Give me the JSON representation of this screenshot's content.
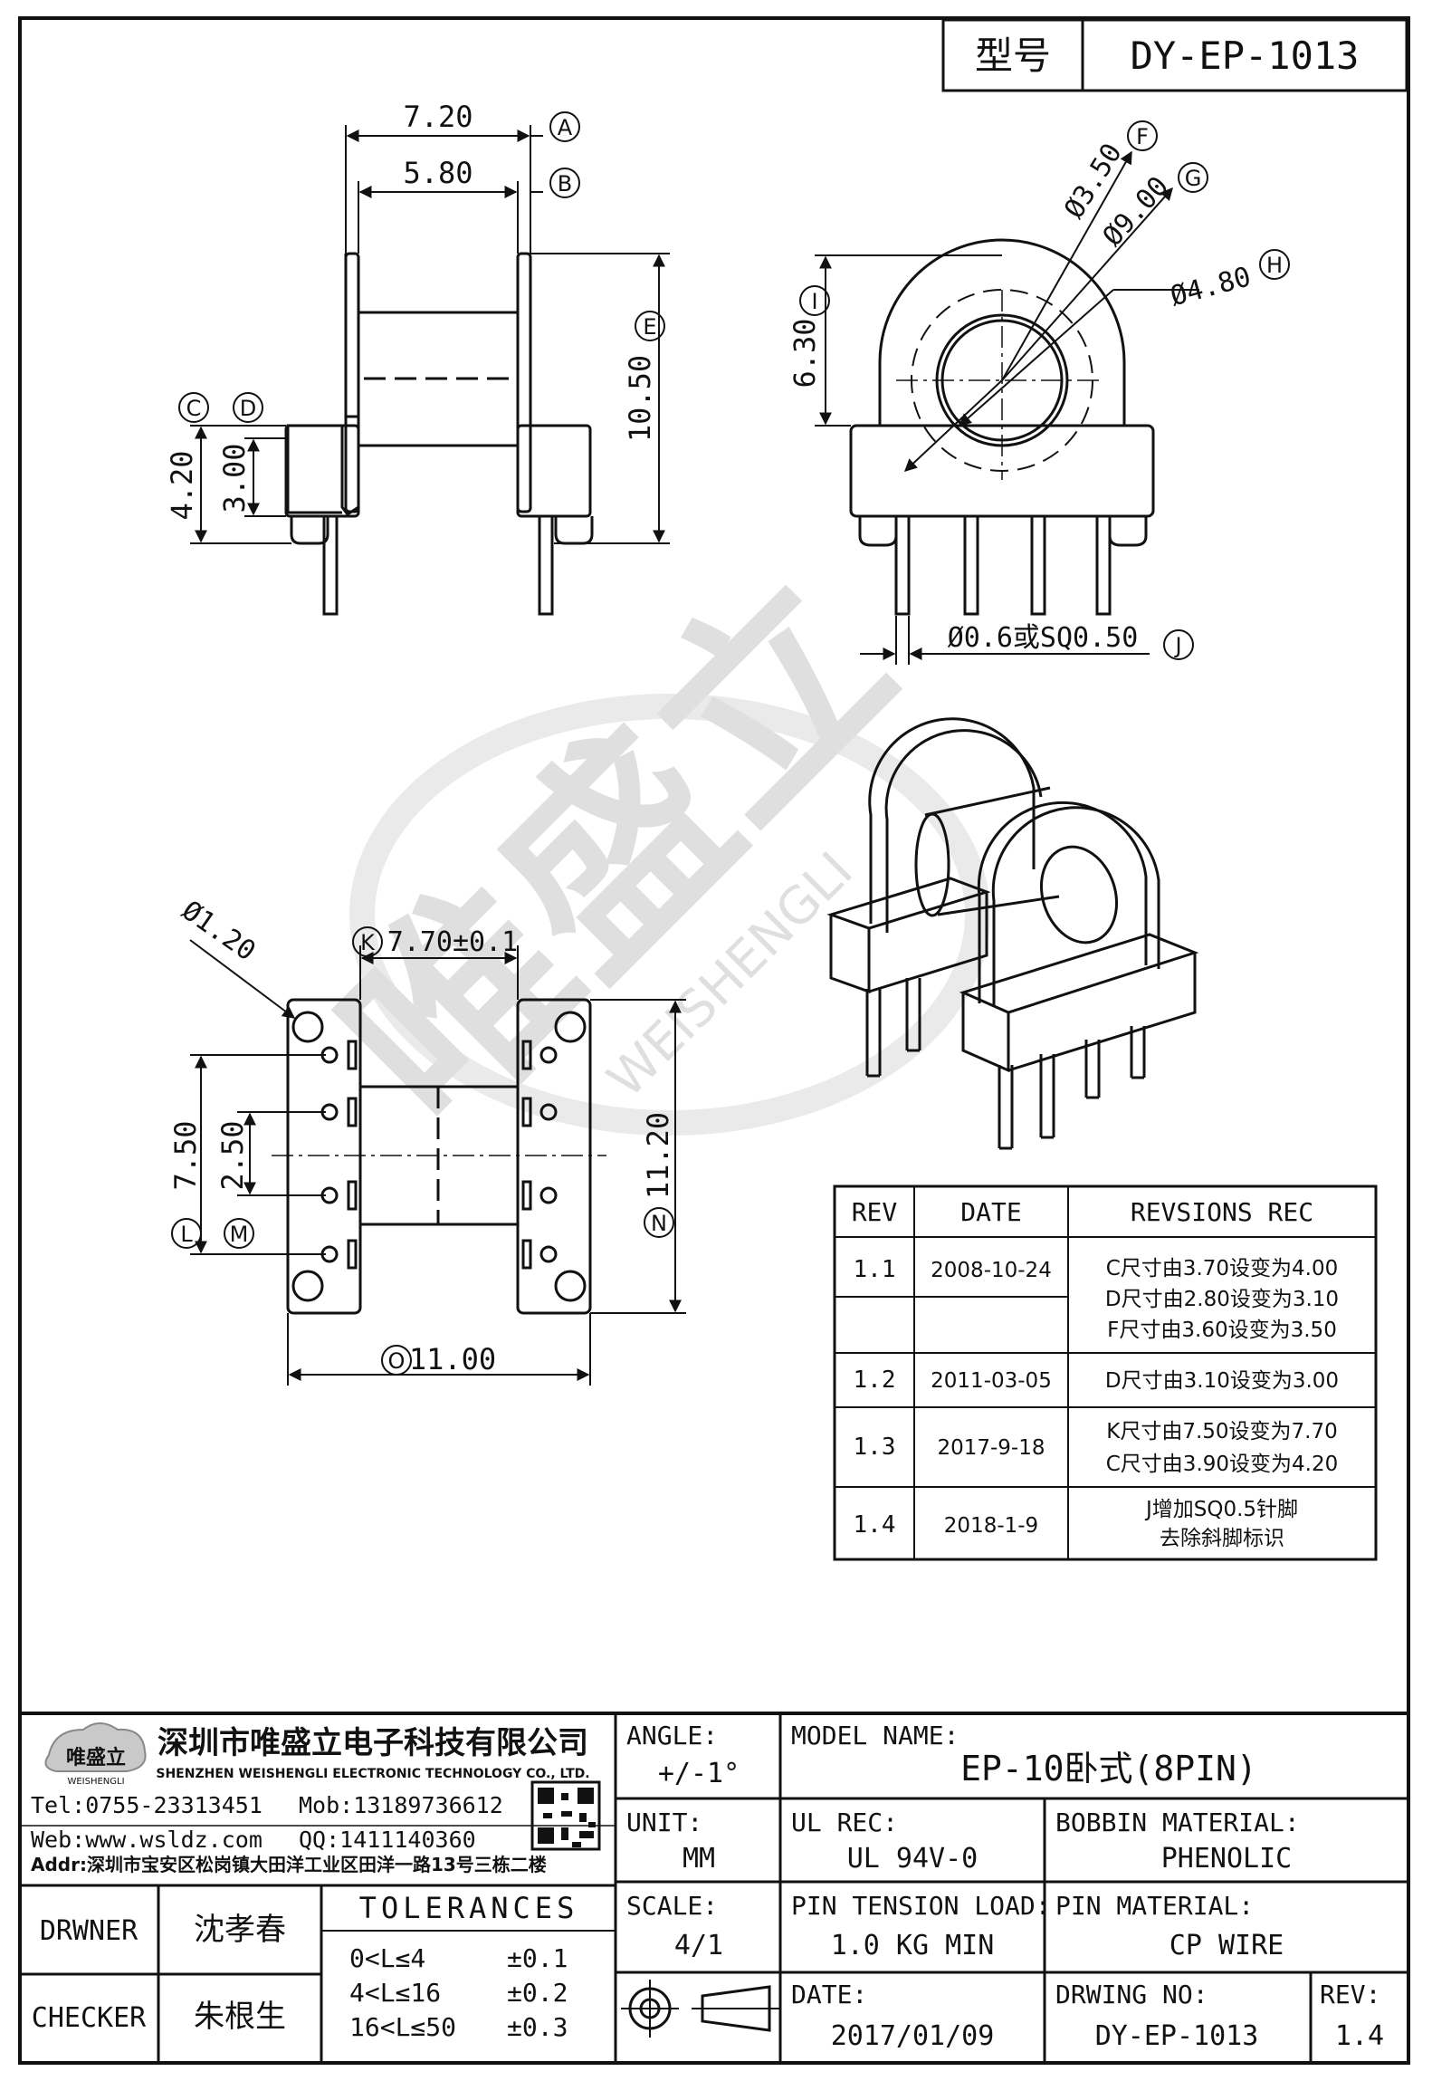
{
  "model_box": {
    "label": "型号",
    "value": "DY-EP-1013"
  },
  "dims": {
    "A": {
      "tag": "A",
      "value": "7.20"
    },
    "B": {
      "tag": "B",
      "value": "5.80"
    },
    "C": {
      "tag": "C",
      "value": "4.20"
    },
    "D": {
      "tag": "D",
      "value": "3.00"
    },
    "E": {
      "tag": "E",
      "value": "10.50"
    },
    "F": {
      "tag": "F",
      "value": "Ø3.50"
    },
    "G": {
      "tag": "G",
      "value": "Ø9.00"
    },
    "H": {
      "tag": "H",
      "value": "Ø4.80"
    },
    "I": {
      "tag": "I",
      "value": "6.30"
    },
    "J": {
      "tag": "J",
      "value": "Ø0.6或SQ0.50"
    },
    "K": {
      "tag": "K",
      "value": "7.70±0.1"
    },
    "L": {
      "tag": "L",
      "value": "7.50"
    },
    "M": {
      "tag": "M",
      "value": "2.50"
    },
    "N": {
      "tag": "N",
      "value": "11.20"
    },
    "O": {
      "tag": "O",
      "value": "11.00"
    },
    "hole": {
      "value": "Ø1.20"
    }
  },
  "watermark": {
    "text": "唯盛立",
    "sub": "WEISHENGLI"
  },
  "revisions": {
    "headers": [
      "REV",
      "DATE",
      "REVSIONS REC"
    ],
    "rows": [
      {
        "rev": "1.1",
        "date": "2008-10-24",
        "lines": [
          "C尺寸由3.70设变为4.00",
          "D尺寸由2.80设变为3.10",
          "F尺寸由3.60设变为3.50"
        ]
      },
      {
        "rev": "1.2",
        "date": "2011-03-05",
        "lines": [
          "D尺寸由3.10设变为3.00"
        ]
      },
      {
        "rev": "1.3",
        "date": "2017-9-18",
        "lines": [
          "K尺寸由7.50设变为7.70",
          "C尺寸由3.90设变为4.20"
        ]
      },
      {
        "rev": "1.4",
        "date": "2018-1-9",
        "lines": [
          "J增加SQ0.5针脚",
          "去除斜脚标识"
        ]
      }
    ]
  },
  "company": {
    "logo_text": "唯盛立",
    "logo_sub": "WEISHENGLI",
    "name": "深圳市唯盛立电子科技有限公司",
    "name_en": "SHENZHEN WEISHENGLI ELECTRONIC TECHNOLOGY CO., LTD.",
    "tel": "Tel:0755-23313451",
    "mob": "Mob:13189736612",
    "web": "Web:www.wsldz.com",
    "qq": "QQ:1411140360",
    "addr": "Addr:深圳市宝安区松岗镇大田洋工业区田洋一路13号三栋二楼"
  },
  "title_block": {
    "angle_label": "ANGLE:",
    "angle_value": "+/-1°",
    "model_label": "MODEL NAME:",
    "model_value": "EP-10卧式(8PIN)",
    "unit_label": "UNIT:",
    "unit_value": "MM",
    "ul_label": "UL REC:",
    "ul_value": "UL 94V-0",
    "bobbin_label": "BOBBIN MATERIAL:",
    "bobbin_value": "PHENOLIC",
    "scale_label": "SCALE:",
    "scale_value": "4/1",
    "pin_tension_label": "PIN TENSION LOAD:",
    "pin_tension_value": "1.0 KG MIN",
    "pin_material_label": "PIN MATERIAL:",
    "pin_material_value": "CP WIRE",
    "date_label": "DATE:",
    "date_value": "2017/01/09",
    "drwing_no_label": "DRWING NO:",
    "drwing_no_value": "DY-EP-1013",
    "rev_label": "REV:",
    "rev_value": "1.4",
    "drwner_label": "DRWNER",
    "drwner_value": "沈孝春",
    "checker_label": "CHECKER",
    "checker_value": "朱根生",
    "tolerances_title": "TOLERANCES",
    "tolerances": [
      {
        "range": "0<L≤4",
        "tol": "±0.1"
      },
      {
        "range": "4<L≤16",
        "tol": "±0.2"
      },
      {
        "range": "16<L≤50",
        "tol": "±0.3"
      }
    ]
  }
}
